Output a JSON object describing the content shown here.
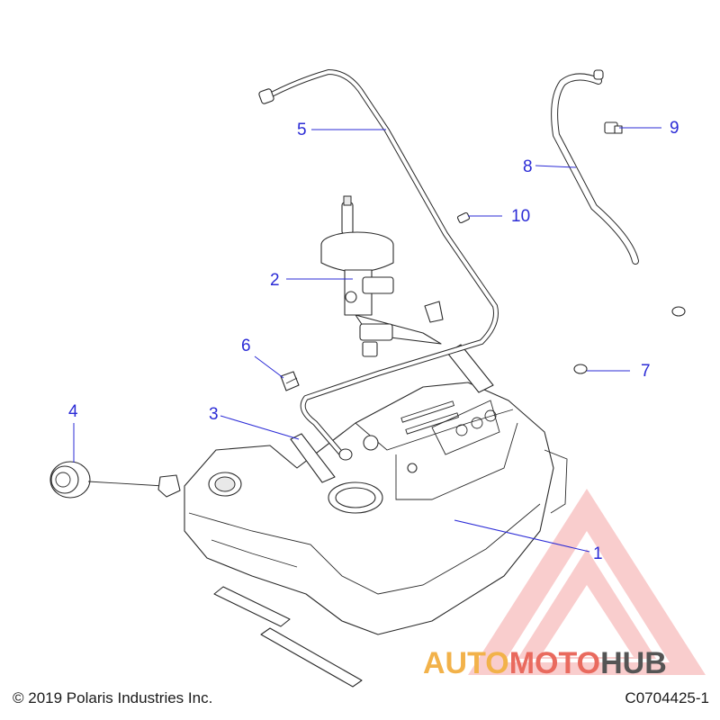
{
  "footer": {
    "copyright": "© 2019 Polaris Industries Inc.",
    "drawing_number": "C0704425-1"
  },
  "callouts": [
    "1",
    "2",
    "3",
    "4",
    "5",
    "6",
    "7",
    "8",
    "9",
    "10"
  ],
  "watermark": {
    "part1": "AUTO",
    "part2": "MOTO",
    "part3": "HUB",
    "colors": {
      "auto": "#f2b24a",
      "moto": "#e96a5e",
      "hub": "#555555",
      "triangle": "#ef5a5a"
    }
  },
  "colors": {
    "callout": "#2b2bd6",
    "line": "#2a2a2a"
  }
}
